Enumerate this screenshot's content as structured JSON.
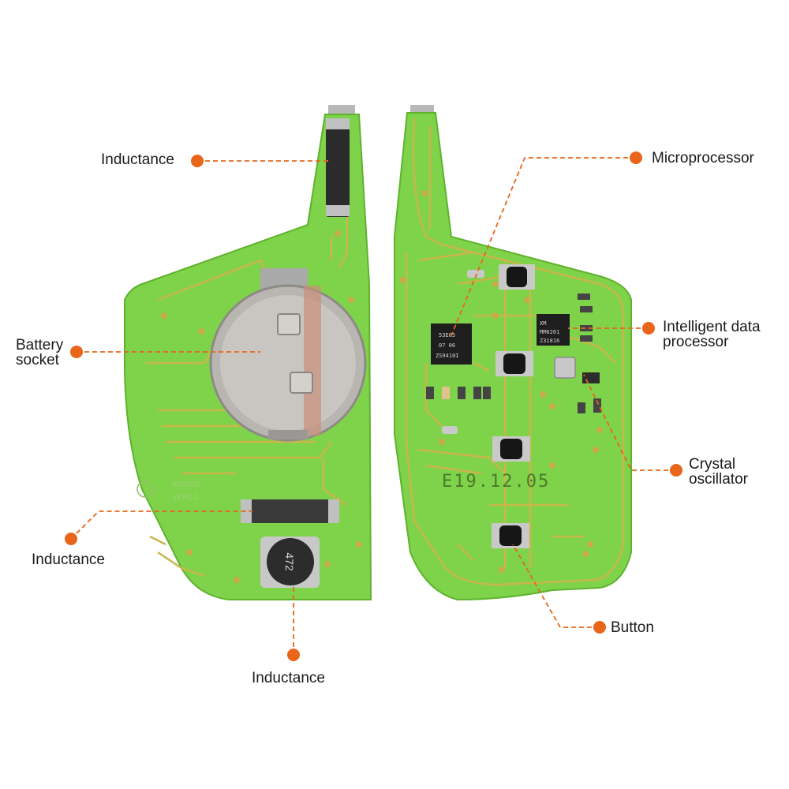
{
  "colors": {
    "callout": "#e8651a",
    "pcb": "#7fd34a",
    "trace": "#c9b64a",
    "label_text": "#1a1a1a"
  },
  "callouts": {
    "inductance_top": {
      "lines": [
        "Inductance"
      ]
    },
    "battery_socket": {
      "lines": [
        "Battery",
        "socket"
      ]
    },
    "inductance_left": {
      "lines": [
        "Inductance"
      ]
    },
    "inductance_bottom": {
      "lines": [
        "Inductance"
      ]
    },
    "microprocessor": {
      "lines": [
        "Microprocessor"
      ]
    },
    "intelligent_data_processor": {
      "lines": [
        "Intelligent data",
        "processor"
      ]
    },
    "crystal_oscillator": {
      "lines": [
        "Crystal",
        "oscillator"
      ]
    },
    "button": {
      "lines": [
        "Button"
      ]
    }
  },
  "board_markings": {
    "left_board": {
      "model": "#SS006",
      "version": "VER1.1",
      "coil": "472"
    },
    "right_board": {
      "date_code": "E19.12.05",
      "chip_main": [
        "53E05",
        "07 06",
        "ZS9410I"
      ],
      "chip_data": [
        "XM",
        "MM0201",
        "Z31816"
      ]
    }
  }
}
